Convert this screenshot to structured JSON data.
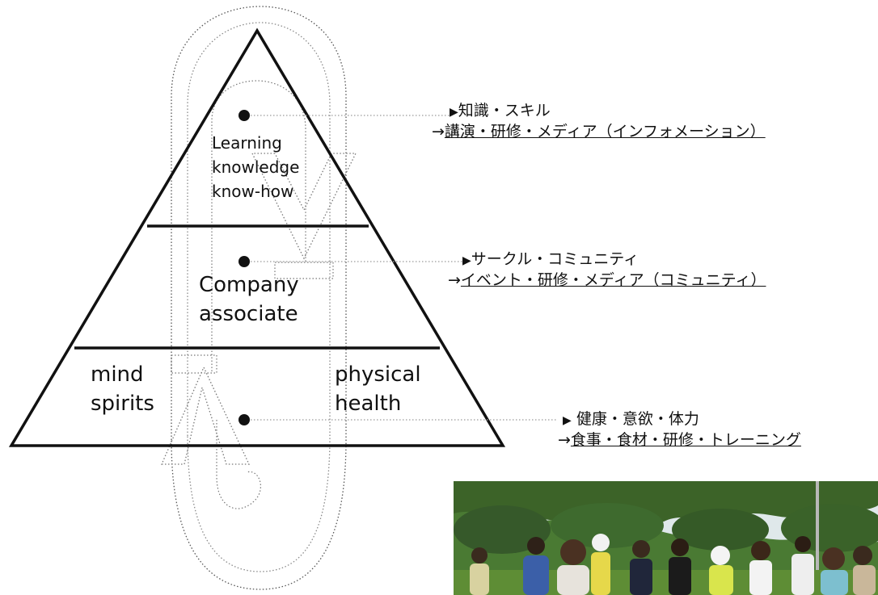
{
  "tiers": [
    {
      "lines": [
        "Learning",
        "knowledge",
        "know-how"
      ]
    },
    {
      "lines": [
        "Company",
        "associate"
      ]
    },
    {
      "left_lines": [
        "mind",
        "spirits"
      ],
      "right_lines": [
        "physical",
        "health"
      ]
    }
  ],
  "notes": [
    {
      "marker": "▶",
      "heading": "知識・スキル",
      "arrow": "→",
      "detail": "講演・研修・メディア（インフォメーション）"
    },
    {
      "marker": "▶",
      "heading": "サークル・コミュニティ",
      "arrow": "→",
      "detail": "イベント・研修・メディア（コミュニティ）"
    },
    {
      "marker": "▶",
      "heading": " 健康・意欲・体力",
      "arrow": "→",
      "detail": "食事・食材・研修・トレーニング"
    }
  ],
  "colors": {
    "line": "#111111",
    "dotted": "#9a9a9a",
    "sky": "#e8eef0",
    "foliage": "#3f6a2c",
    "grass": "#5e8d35"
  }
}
